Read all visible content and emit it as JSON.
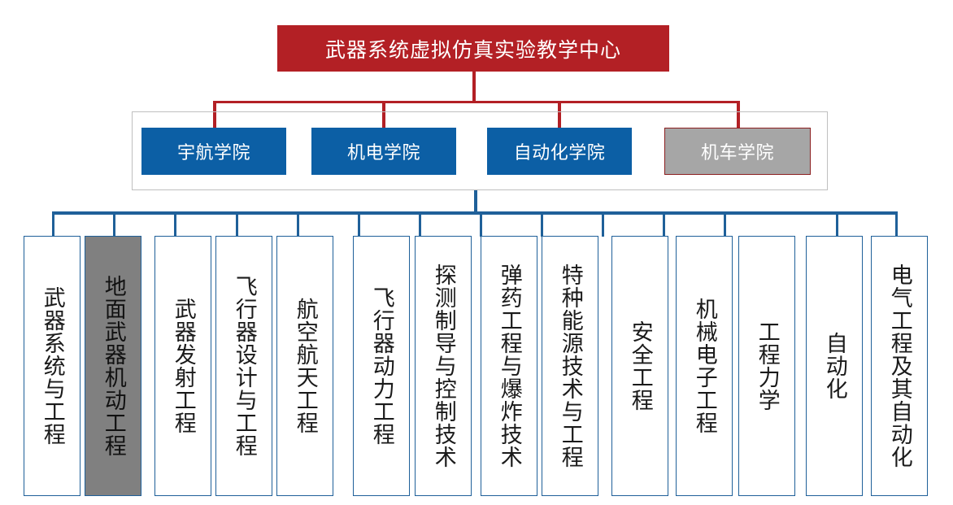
{
  "diagram": {
    "title_node": {
      "label": "武器系统虚拟仿真实验教学中心",
      "bg_color": "#B32025",
      "text_color": "#FFFFFF"
    },
    "colleges": [
      {
        "label": "宇航学院",
        "style": "blue",
        "bg_color": "#0C5FA5"
      },
      {
        "label": "机电学院",
        "style": "blue",
        "bg_color": "#0C5FA5"
      },
      {
        "label": "自动化学院",
        "style": "blue",
        "bg_color": "#0C5FA5"
      },
      {
        "label": "机车学院",
        "style": "gray",
        "bg_color": "#A6A6A6"
      }
    ],
    "majors": [
      {
        "label": "武器系统与工程",
        "style": "plain"
      },
      {
        "label": "地面武器机动工程",
        "style": "highlight"
      },
      {
        "label": "武器发射工程",
        "style": "plain"
      },
      {
        "label": "飞行器设计与工程",
        "style": "plain"
      },
      {
        "label": "航空航天工程",
        "style": "plain"
      },
      {
        "label": "飞行器动力工程",
        "style": "plain"
      },
      {
        "label": "探测制导与控制技术",
        "style": "plain"
      },
      {
        "label": "弹药工程与爆炸技术",
        "style": "plain"
      },
      {
        "label": "特种能源技术与工程",
        "style": "plain"
      },
      {
        "label": "安全工程",
        "style": "plain"
      },
      {
        "label": "机械电子工程",
        "style": "plain"
      },
      {
        "label": "工程力学",
        "style": "plain"
      },
      {
        "label": "自动化",
        "style": "plain"
      },
      {
        "label": "电气工程及其自动化",
        "style": "plain"
      }
    ],
    "colors": {
      "accent_red": "#B32025",
      "accent_blue": "#0C5FA5",
      "connector_blue": "#1F6099",
      "neutral_gray": "#A6A6A6",
      "highlight_gray": "#808080",
      "container_border": "#BFBFBF"
    }
  }
}
